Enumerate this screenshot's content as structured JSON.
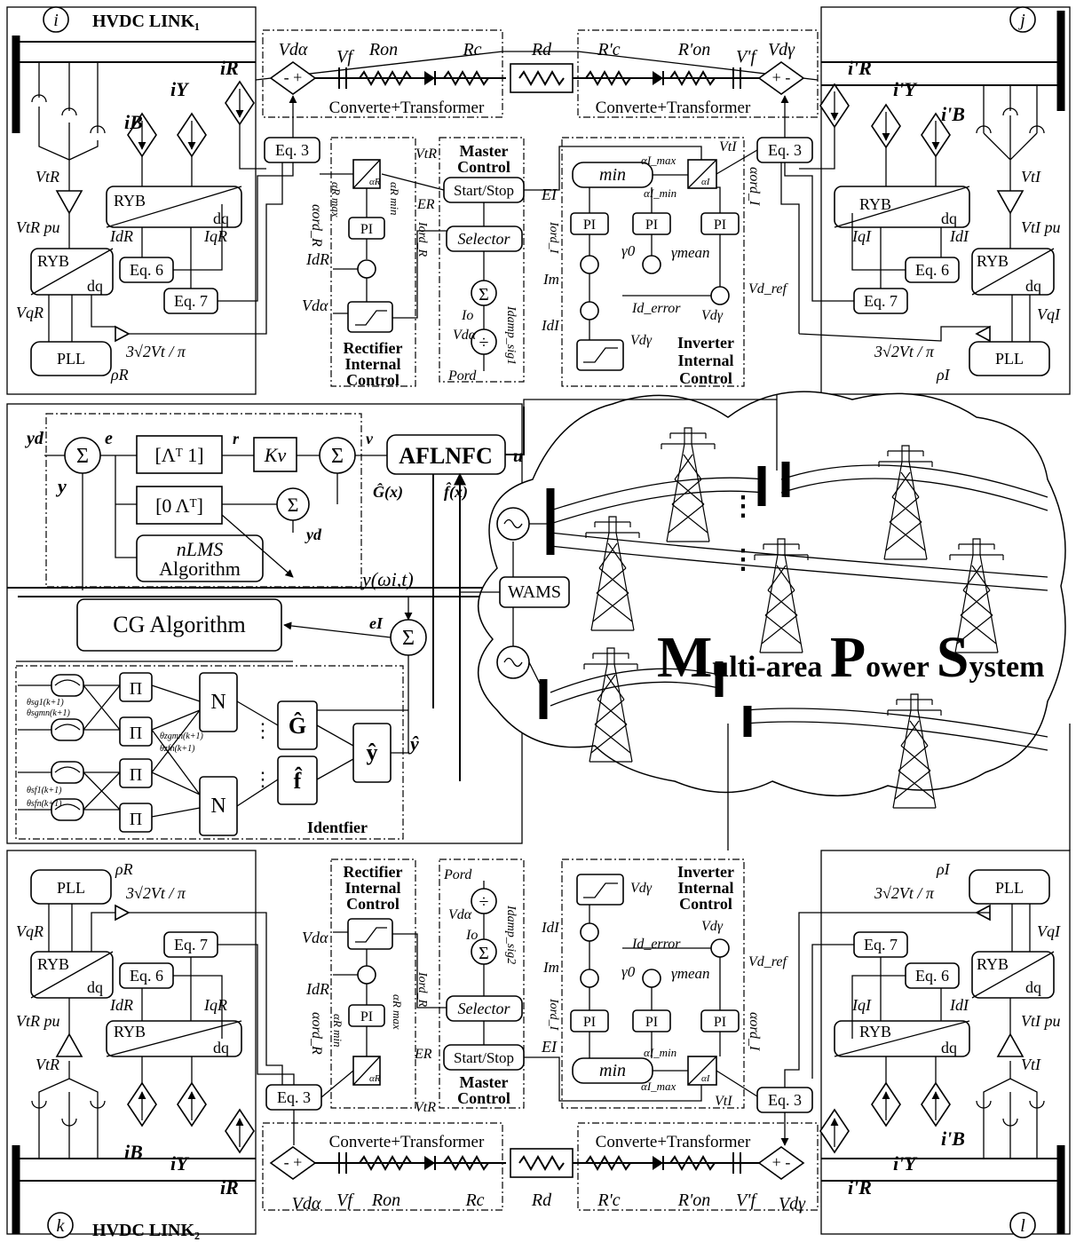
{
  "links": {
    "link1_title": "HVDC LINK₁",
    "link2_title": "HVDC LINK₂",
    "nodes": [
      "i",
      "j",
      "k",
      "l"
    ]
  },
  "dc_line": {
    "labels": [
      "V",
      "V",
      "R",
      "R",
      "R",
      "R'",
      "R'",
      "V'",
      "V"
    ],
    "converter_label": "Converte+Transformer",
    "rect_sign": "- +",
    "inv_sign": "+ -",
    "vda": "Vdα",
    "vdg": "Vdγ",
    "vf": "Vf",
    "ron": "Ron",
    "rc": "Rc",
    "rd": "Rd",
    "rc_p": "R'c",
    "ron_p": "R'on",
    "vf_p": "V'f"
  },
  "blocks": {
    "eq3": "Eq. 3",
    "eq6": "Eq. 6",
    "eq7": "Eq. 7",
    "ryb": "RYB",
    "dq": "dq",
    "pll": "PLL",
    "pi": "PI",
    "min": "min",
    "selector": "Selector",
    "start_stop": "Start/Stop",
    "master_control": "Master Control",
    "rect_internal": "Rectifier Internal Control",
    "inv_internal": "Inverter Internal Control",
    "sqrt_gain": "3√2Vt / π"
  },
  "signals": {
    "iR": "iR",
    "iY": "iY",
    "iB": "iB",
    "iR_p": "i'R",
    "iY_p": "i'Y",
    "iB_p": "i'B",
    "vtR": "VtR",
    "vtI": "VtI",
    "vtR_pu": "VtR pu",
    "vtI_pu": "VtI pu",
    "vqR": "VqR",
    "vqI": "VqI",
    "idR": "IdR",
    "iqR": "IqR",
    "idI": "IdI",
    "iqI": "IqI",
    "rhoR": "ρR",
    "rhoI": "ρI",
    "alpha_ord_R": "αord_R",
    "alpha_ord_I": "αord_I",
    "alpha_R_max": "αR max",
    "alpha_R_min": "αR min",
    "alpha_I_max": "αI_max",
    "alpha_I_min": "αI_min",
    "alpha_R": "αR",
    "alpha_I": "αI",
    "ER": "ER",
    "EI": "EI",
    "Iord_R": "Iord_R",
    "Iord_I": "Iord_I",
    "Io": "Io",
    "Im": "Im",
    "Pord": "Pord",
    "Idamp_sig1": "Idamp_sig1",
    "Idamp_sig2": "Idamp_sig2",
    "gamma0": "γ0",
    "gamma_mean": "γmean",
    "Id_error": "Id_error",
    "Vd_ref": "Vd_ref"
  },
  "controller": {
    "yd": "yd",
    "y": "y",
    "e": "e",
    "r": "r",
    "v": "v",
    "u": "u",
    "lambda_row": "[Λᵀ 1]",
    "lambda_col": "[0  Λᵀ]",
    "kv": "Kv",
    "nlms_1": "nLMS",
    "nlms_2": "Algorithm",
    "aflnfc": "AFLNFC",
    "g_hat": "Ĝ(x)",
    "f_hat": "f̂(x)",
    "y_omega": "y(ωi,t)",
    "cg": "CG Algorithm",
    "eI": "eI",
    "identifier": "Identfier",
    "pi_node": "Π",
    "n_node": "N",
    "G_node": "Ĝ",
    "f_node": "f̂",
    "y_node": "ŷ",
    "y_hat": "ŷ",
    "sigma": "Σ",
    "theta_labels": [
      "θsg1(k+1)",
      "θsgmn(k+1)",
      "θzgmn(k+1)",
      "θzfn(k+1)",
      "θsf1(k+1)",
      "θsfn(k+1)"
    ]
  },
  "power_system": {
    "wams": "WAMS",
    "title_M": "M",
    "title_ulti": "ulti-area ",
    "title_P": "P",
    "title_ower": "ower ",
    "title_S": "S",
    "title_ystem": "ystem"
  }
}
